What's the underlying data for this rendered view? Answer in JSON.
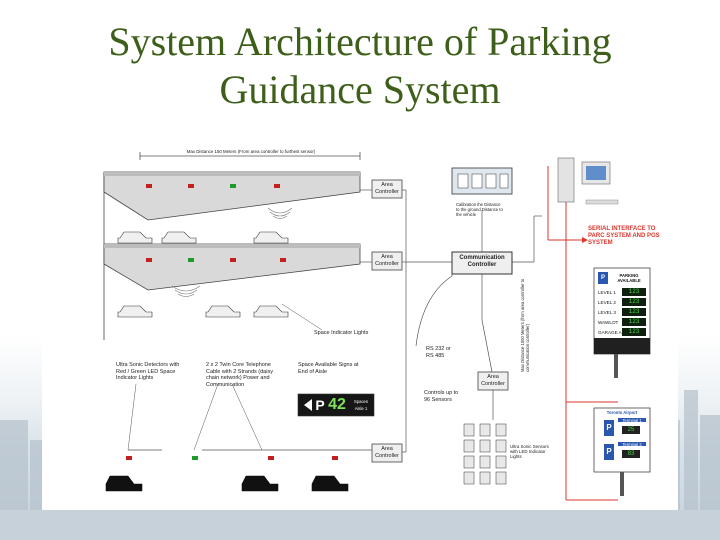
{
  "title": {
    "line1": "System Architecture of Parking",
    "line2": "Guidance System"
  },
  "diagram": {
    "max_distance_top": "Max Distance 150 Meters (From area controller to furthest sensor)",
    "area_controller": "Area Controller",
    "communication_controller": "Communication Controller",
    "space_indicator_lights": "Space Indicator Lights",
    "rs_link": "RS 232 or RS 485",
    "controls_sensors": "Controls up to 96 Sensors",
    "max_distance_vertical": "Max Distance 1000 Meters (from area controller to communication controller)",
    "calibration_note": "Calibration the Distance to the ground Distance to the vehicle",
    "ultrasonic_detectors": "Ultra Sonic Detectors with Red / Green LED Space Indicator Lights",
    "twin_core_cable": "2 x 2 Twin Core Telephone Cable with 2 Strands (daisy chain network) Power and Communication",
    "space_available_signs": "Space Available Signs at End of Aisle",
    "ultrasonic_sensors": "Ultra Sonic Sensors with LED Indicator Lights",
    "serial_interface": "SERIAL INTERFACE TO PARC SYSTEM AND PGS SYSTEM",
    "aisle_sign_number": "42",
    "aisle_sign_p": "P",
    "aisle_sign_text1": "Spaces",
    "aisle_sign_text2": "Aisle 1",
    "panel": {
      "header": "PARKING AVAILABLE",
      "rows": [
        {
          "label": "LEVEL 1",
          "value": "123"
        },
        {
          "label": "LEVEL 2",
          "value": "123"
        },
        {
          "label": "LEVEL 3",
          "value": "123"
        },
        {
          "label": "WAWLOT",
          "value": "123"
        },
        {
          "label": "GARAGE A",
          "value": "123"
        }
      ]
    },
    "airport_sign": {
      "header": "Toronto Airport",
      "terminal1": "Terminal 1",
      "terminal2": "Terminal 2",
      "value1": "25",
      "value2": "83"
    }
  }
}
